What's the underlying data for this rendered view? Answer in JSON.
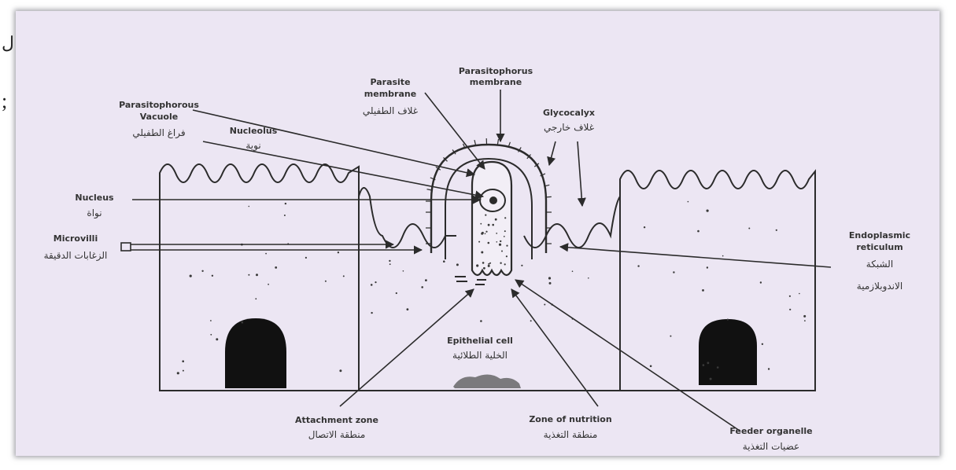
{
  "edge_marks": {
    "mark1": "ل",
    "mark2": ";"
  },
  "labels": {
    "parasitophorous_vacuole": {
      "en1": "Parasitophorous",
      "en2": "Vacuole",
      "ar": "فراغ الطفيلي"
    },
    "nucleolus": {
      "en": "Nucleolus",
      "ar": "نوية"
    },
    "parasite_membrane": {
      "en1": "Parasite",
      "en2": "membrane",
      "ar": "غلاف الطفيلي"
    },
    "parasitophorus_membrane": {
      "en1": "Parasitophorus",
      "en2": "membrane"
    },
    "glycocalyx": {
      "en": "Glycocalyx",
      "ar": "غلاف خارجي"
    },
    "nucleus": {
      "en": "Nucleus",
      "ar": "نواة"
    },
    "microvilli": {
      "en": "Microvilli",
      "ar": "الزغابات الدقيقة"
    },
    "endoplasmic_reticulum": {
      "en1": "Endoplasmic",
      "en2": "reticulum",
      "ar1": "الشبكة",
      "ar2": "الاندوبلازمية"
    },
    "epithelial_cell": {
      "en": "Epithelial cell",
      "ar": "الخلية الطلائية"
    },
    "attachment_zone": {
      "en": "Attachment zone",
      "ar": "منطقة الاتصال"
    },
    "zone_of_nutrition": {
      "en": "Zone of nutrition",
      "ar": "منطقة التغذية"
    },
    "feeder_organelle": {
      "en": "Feeder organelle",
      "ar": "عضيات التغذية"
    }
  },
  "colors": {
    "background": "#ece6f3",
    "line": "#2b2b2b",
    "fill_dark": "#111111"
  }
}
